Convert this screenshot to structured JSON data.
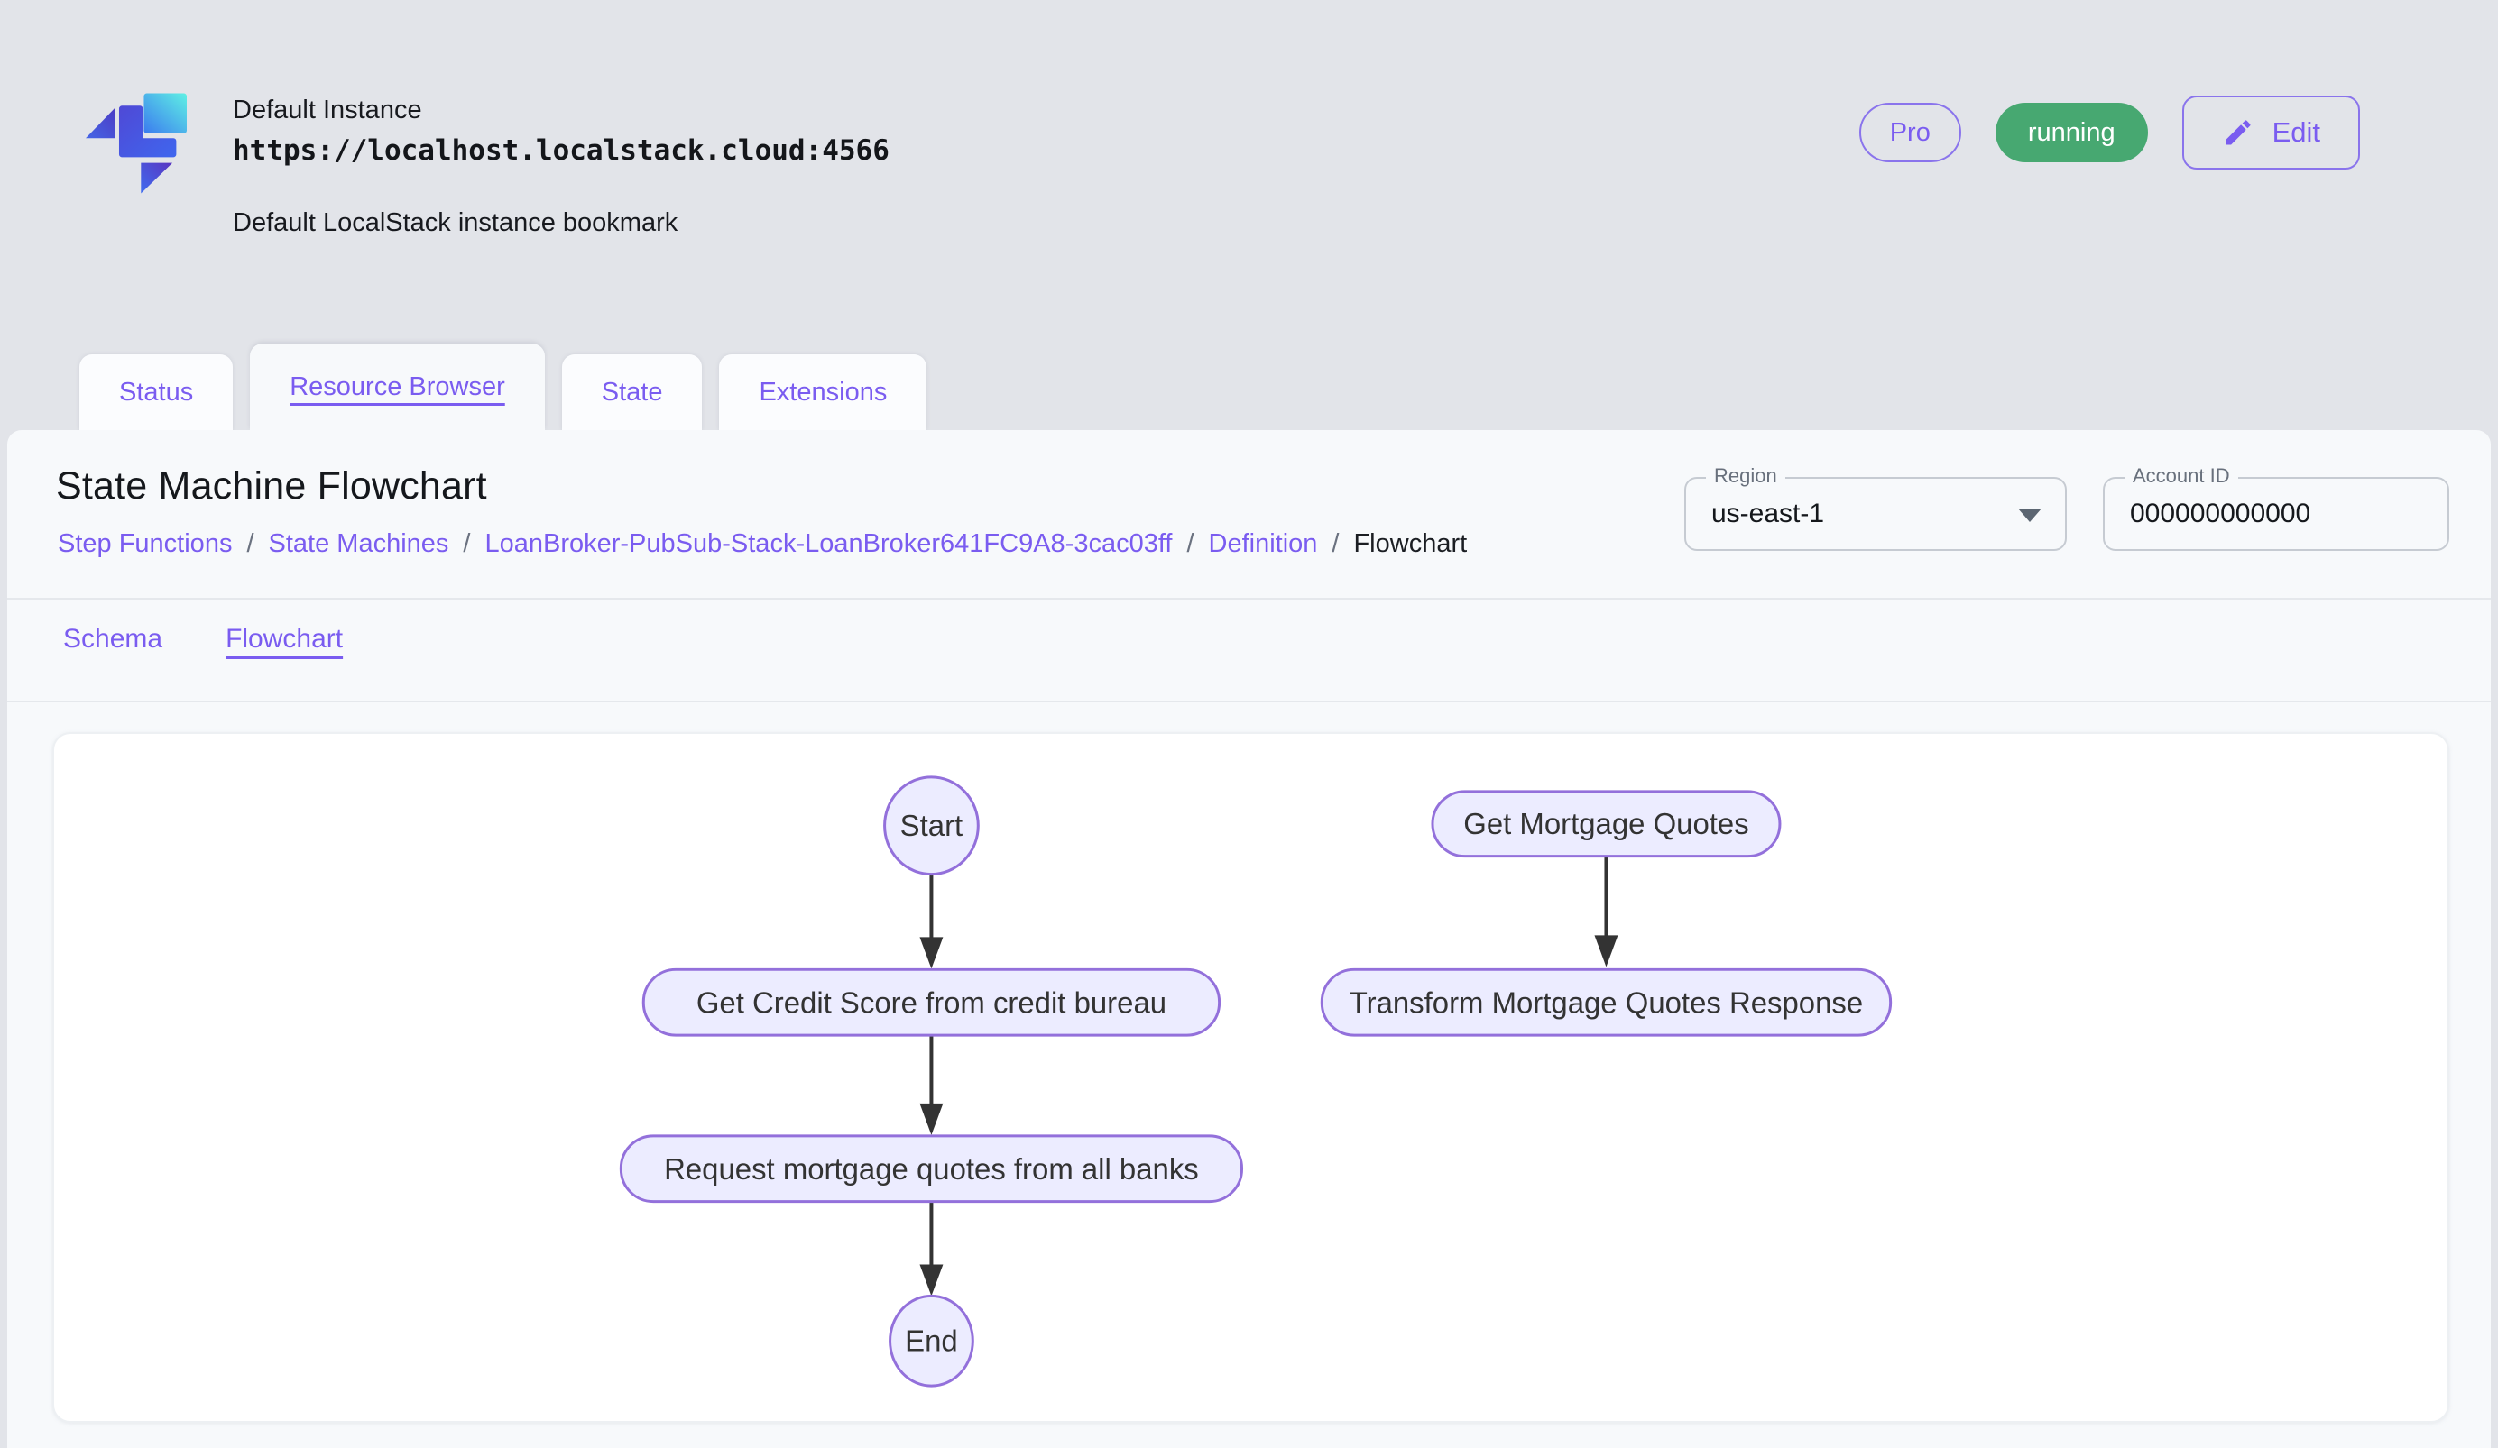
{
  "header": {
    "instance_name": "Default Instance",
    "instance_url": "https://localhost.localstack.cloud:4566",
    "instance_description": "Default LocalStack instance bookmark",
    "pro_label": "Pro",
    "status_label": "running",
    "edit_label": "Edit"
  },
  "tabs": [
    {
      "label": "Status",
      "active": false
    },
    {
      "label": "Resource Browser",
      "active": true
    },
    {
      "label": "State",
      "active": false
    },
    {
      "label": "Extensions",
      "active": false
    }
  ],
  "page": {
    "title": "State Machine Flowchart",
    "breadcrumb": [
      "Step Functions",
      "State Machines",
      "LoanBroker-PubSub-Stack-LoanBroker641FC9A8-3cac03ff",
      "Definition",
      "Flowchart"
    ],
    "separator": "/",
    "region": {
      "label": "Region",
      "value": "us-east-1"
    },
    "account": {
      "label": "Account ID",
      "value": "000000000000"
    },
    "subtabs": [
      {
        "label": "Schema",
        "active": false
      },
      {
        "label": "Flowchart",
        "active": true
      }
    ]
  },
  "flowchart": {
    "nodes": {
      "start": {
        "label": "Start",
        "shape": "ellipse"
      },
      "credit": {
        "label": "Get Credit Score from credit bureau",
        "shape": "stadium"
      },
      "request": {
        "label": "Request mortgage quotes from all banks",
        "shape": "stadium"
      },
      "end": {
        "label": "End",
        "shape": "ellipse"
      },
      "quotes": {
        "label": "Get Mortgage Quotes",
        "shape": "stadium"
      },
      "transform": {
        "label": "Transform Mortgage Quotes Response",
        "shape": "stadium"
      }
    },
    "edges": [
      {
        "from": "Start",
        "to": "Get Credit Score from credit bureau"
      },
      {
        "from": "Get Credit Score from credit bureau",
        "to": "Request mortgage quotes from all banks"
      },
      {
        "from": "Request mortgage quotes from all banks",
        "to": "End"
      },
      {
        "from": "Get Mortgage Quotes",
        "to": "Transform Mortgage Quotes Response"
      }
    ]
  },
  "colors": {
    "accent_purple": "#7a5cf0",
    "node_fill": "#ECECFF",
    "node_stroke": "#9370DB",
    "edge_color": "#333333",
    "running_green": "#47a871",
    "page_bg": "#e2e4e9",
    "panel_bg": "#f7f9fb"
  }
}
